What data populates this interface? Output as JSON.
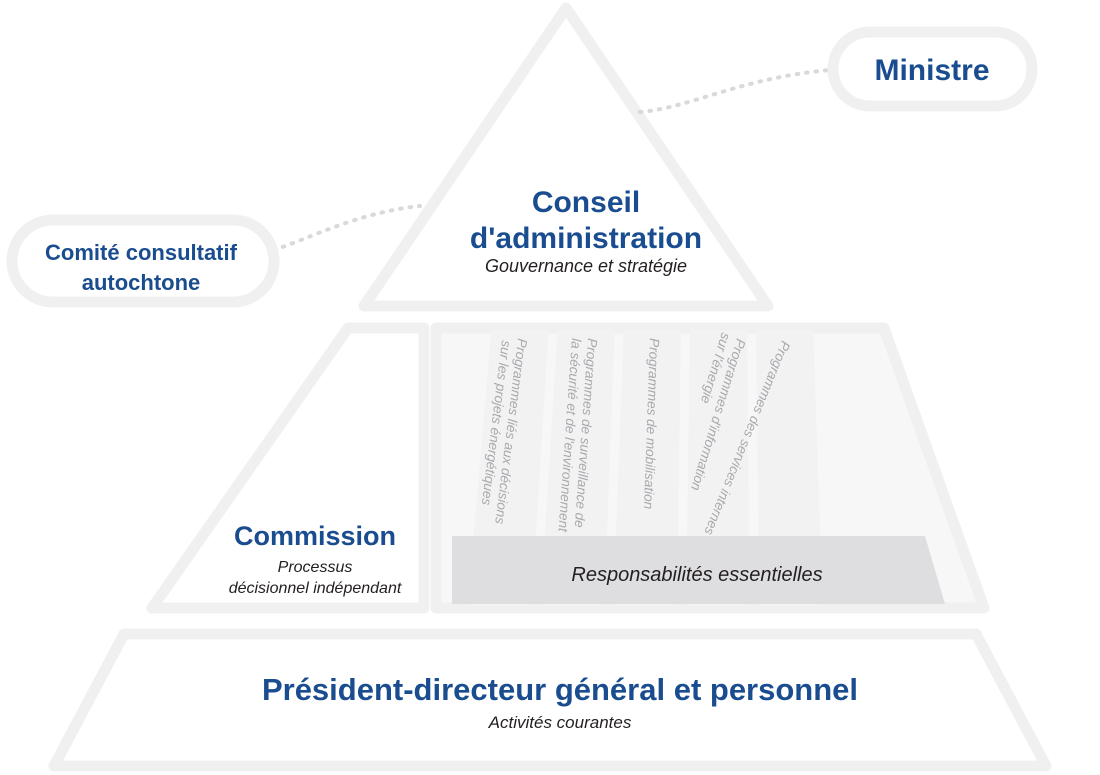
{
  "diagram": {
    "title": "Structure organisationnelle — pyramide de gouvernance",
    "colors": {
      "navy": "#1a4d8f",
      "outline_gray": "#f0f0f1",
      "outline_gray_dark": "#e6e6e8",
      "column_fill": "#f2f2f3",
      "responsibility_bar": "#dedee0",
      "column_text": "#a8a9ad",
      "dark_text": "#231f20",
      "background": "#ffffff"
    }
  },
  "minister_node": {
    "label": "Ministre"
  },
  "advisory_node": {
    "line1": "Comité consultatif",
    "line2": "autochtone"
  },
  "tier_top": {
    "title_line1": "Conseil",
    "title_line2": "d'administration",
    "subtitle": "Gouvernance et stratégie"
  },
  "tier_middle_left": {
    "title": "Commission",
    "subtitle_line1": "Processus",
    "subtitle_line2": "décisionnel indépendant"
  },
  "tier_middle_right": {
    "responsibility_bar_label": "Responsabilités essentielles",
    "columns": [
      {
        "line1": "Programmes liés aux décisions",
        "line2": "sur les projets énergétiques"
      },
      {
        "line1": "Programmes de surveillance de",
        "line2": "la sécurité et de l'environnement"
      },
      {
        "line1": "Programmes de mobilisation",
        "line2": ""
      },
      {
        "line1": "Programmes d'information",
        "line2": "sur l'énergie"
      },
      {
        "line1": "Programmes des services internes",
        "line2": ""
      }
    ]
  },
  "tier_bottom": {
    "title": "Président-directeur général et personnel",
    "subtitle": "Activités courantes"
  }
}
